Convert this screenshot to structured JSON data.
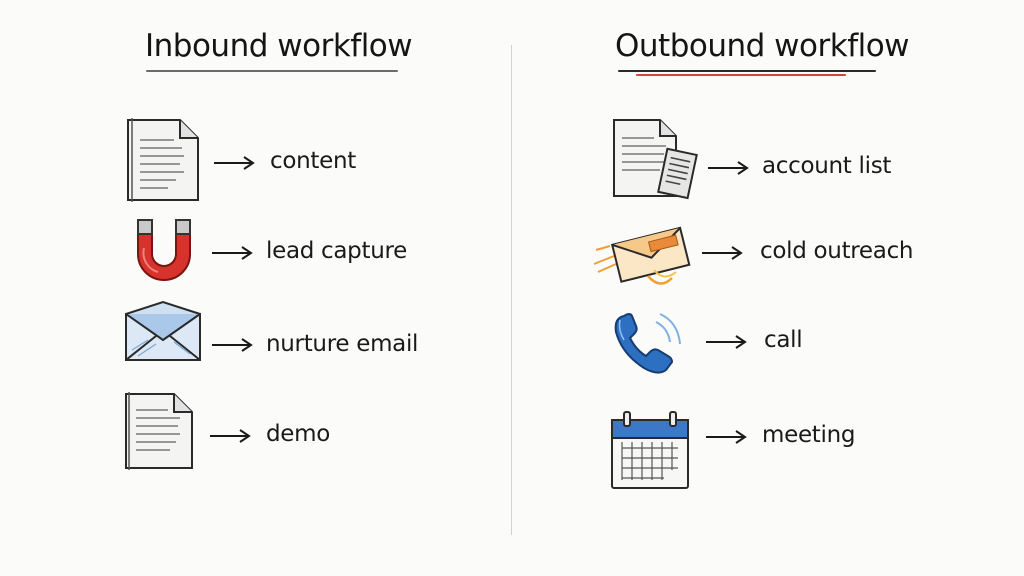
{
  "columns": [
    {
      "title": "Inbound workflow",
      "steps": [
        {
          "icon": "document-icon",
          "label": "content"
        },
        {
          "icon": "magnet-icon",
          "label": "lead capture"
        },
        {
          "icon": "envelope-icon",
          "label": "nurture email"
        },
        {
          "icon": "document-icon",
          "label": "demo"
        }
      ]
    },
    {
      "title": "Outbound workflow",
      "steps": [
        {
          "icon": "documents-stack-icon",
          "label": "account list"
        },
        {
          "icon": "flying-envelope-icon",
          "label": "cold outreach"
        },
        {
          "icon": "phone-icon",
          "label": "call"
        },
        {
          "icon": "calendar-icon",
          "label": "meeting"
        }
      ]
    }
  ],
  "colors": {
    "magnet_red": "#d8322c",
    "envelope_blue": "#a9c8ea",
    "phone_blue": "#2d6fc0",
    "calendar_blue": "#3d77c8",
    "outreach_orange": "#f0a030",
    "underline_red": "#d0463c"
  }
}
